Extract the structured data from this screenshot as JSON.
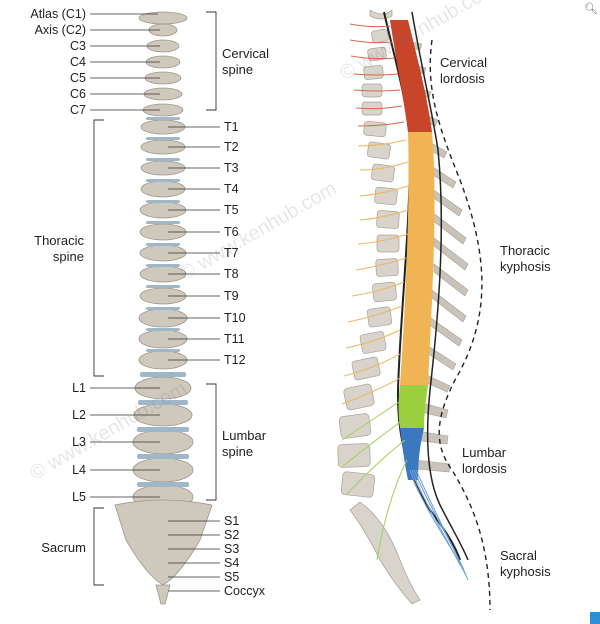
{
  "watermark": "© www.kenhub.com",
  "left_labels": {
    "c1": "Atlas (C1)",
    "c2": "Axis (C2)",
    "c3": "C3",
    "c4": "C4",
    "c5": "C5",
    "c6": "C6",
    "c7": "C7",
    "l1": "L1",
    "l2": "L2",
    "l3": "L3",
    "l4": "L4",
    "l5": "L5"
  },
  "right_labels": {
    "t1": "T1",
    "t2": "T2",
    "t3": "T3",
    "t4": "T4",
    "t5": "T5",
    "t6": "T6",
    "t7": "T7",
    "t8": "T8",
    "t9": "T9",
    "t10": "T10",
    "t11": "T11",
    "t12": "T12",
    "s1": "S1",
    "s2": "S2",
    "s3": "S3",
    "s4": "S4",
    "s5": "S5",
    "coccyx": "Coccyx"
  },
  "groups": {
    "cervical_1": "Cervical",
    "cervical_2": "spine",
    "thoracic_1": "Thoracic",
    "thoracic_2": "spine",
    "lumbar_1": "Lumbar",
    "lumbar_2": "spine",
    "sacrum": "Sacrum"
  },
  "curves": {
    "cervical_1": "Cervical",
    "cervical_2": "lordosis",
    "thoracic_1": "Thoracic",
    "thoracic_2": "kyphosis",
    "lumbar_1": "Lumbar",
    "lumbar_2": "lordosis",
    "sacral_1": "Sacral",
    "sacral_2": "kyphosis"
  },
  "colors": {
    "cervical": "#c8452a",
    "thoracic": "#f0b454",
    "lumbar": "#9ccf3e",
    "sacral": "#3b78c0",
    "bone": "#cfc8bc"
  }
}
